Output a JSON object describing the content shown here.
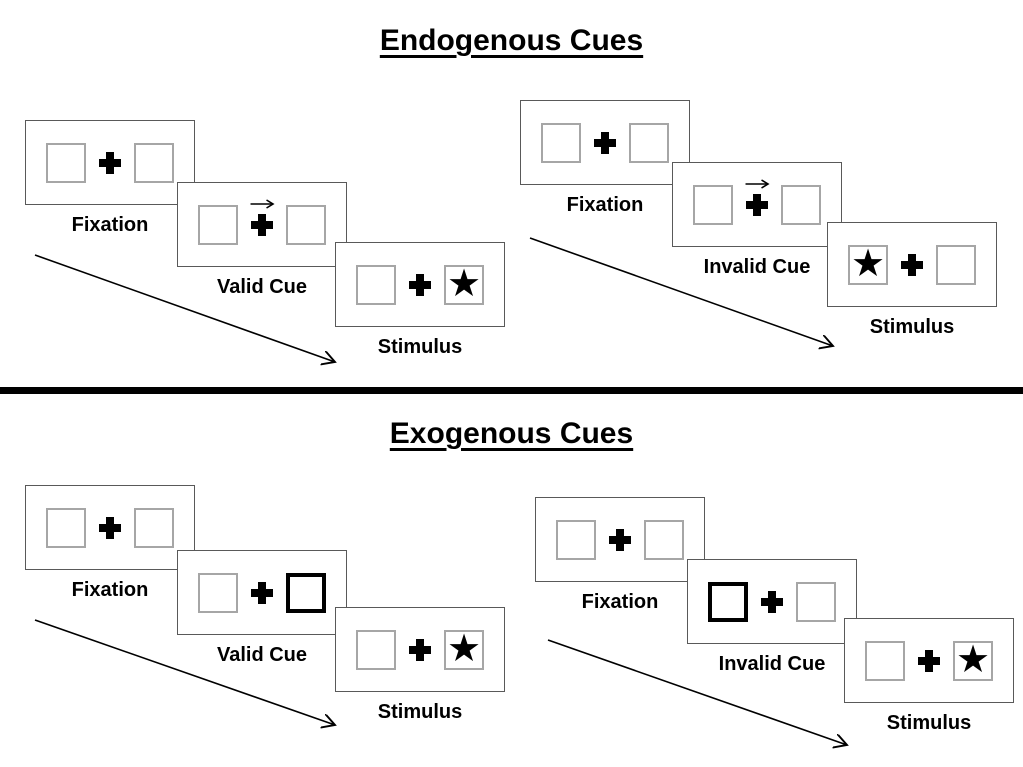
{
  "colors": {
    "background": "#ffffff",
    "ink": "#000000",
    "panel_border": "#595959",
    "square_border": "#a6a6a6"
  },
  "glyphs": {
    "star": "★"
  },
  "sections": [
    {
      "title": "Endogenous Cues",
      "groups": [
        {
          "trial": "valid",
          "panels": [
            {
              "label": "Fixation"
            },
            {
              "label": "Valid Cue",
              "cue": "central-arrow-right"
            },
            {
              "label": "Stimulus",
              "target_side": "right"
            }
          ]
        },
        {
          "trial": "invalid",
          "panels": [
            {
              "label": "Fixation"
            },
            {
              "label": "Invalid Cue",
              "cue": "central-arrow-right"
            },
            {
              "label": "Stimulus",
              "target_side": "left"
            }
          ]
        }
      ]
    },
    {
      "title": "Exogenous Cues",
      "groups": [
        {
          "trial": "valid",
          "panels": [
            {
              "label": "Fixation"
            },
            {
              "label": "Valid Cue",
              "cue": "peripheral-box-right"
            },
            {
              "label": "Stimulus",
              "target_side": "right"
            }
          ]
        },
        {
          "trial": "invalid",
          "panels": [
            {
              "label": "Fixation"
            },
            {
              "label": "Invalid Cue",
              "cue": "peripheral-box-left"
            },
            {
              "label": "Stimulus",
              "target_side": "right"
            }
          ]
        }
      ]
    }
  ]
}
